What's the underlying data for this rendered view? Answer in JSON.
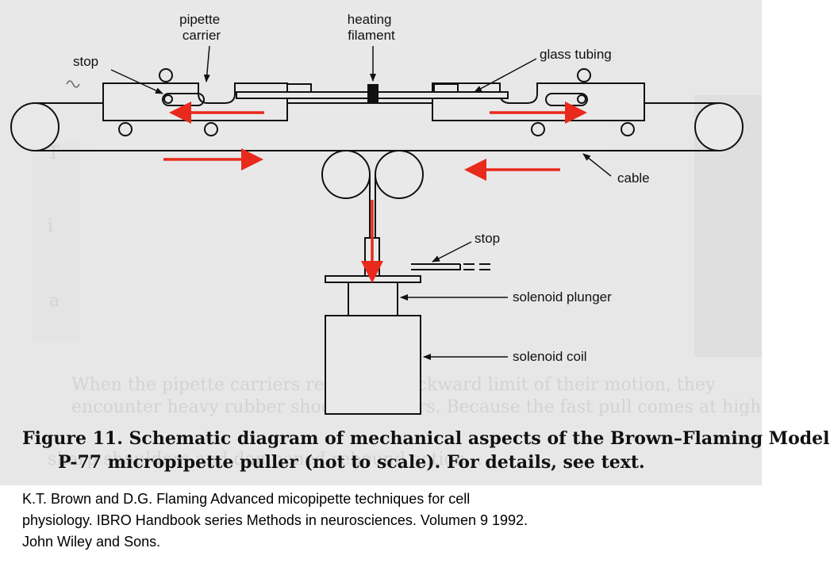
{
  "diagram": {
    "labels": {
      "pipette_carrier": [
        "pipette",
        "carrier"
      ],
      "heating_filament": [
        "heating",
        "filament"
      ],
      "stop_left": "stop",
      "glass_tubing": "glass tubing",
      "cable": "cable",
      "stop_solenoid": "stop",
      "solenoid_plunger": "solenoid plunger",
      "solenoid_coil": "solenoid coil"
    },
    "colors": {
      "arrow": "#e8291c",
      "ink": "#111111",
      "page": "#e9e9e9"
    }
  },
  "caption": {
    "lines": [
      "Figure 11. Schematic diagram of mechanical aspects of the Brown–Flaming Model",
      "P-77 micropipette puller (not to scale). For details, see text."
    ]
  },
  "citation": {
    "lines": [
      "K.T. Brown and D.G. Flaming Advanced micopipette techniques for cell",
      "physiology. IBRO Handbook series Methods in neurosciences. Volumen 9 1992.",
      "John Wiley and Sons."
    ]
  }
}
